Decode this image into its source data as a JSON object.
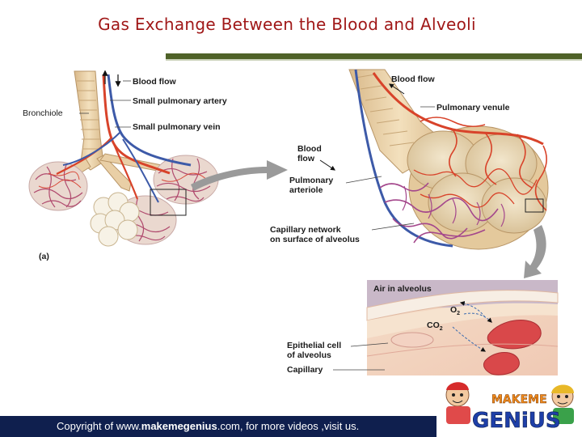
{
  "title": "Gas Exchange Between the Blood and Alveoli",
  "left_panel": {
    "blood_flow": "Blood flow",
    "small_pulmonary_artery": "Small pulmonary artery",
    "bronchiole": "Bronchiole",
    "small_pulmonary_vein": "Small pulmonary vein",
    "panel_tag": "(a)"
  },
  "right_panel": {
    "blood_flow_top": "Blood flow",
    "pulmonary_venule": "Pulmonary venule",
    "blood_flow_mid_1": "Blood",
    "blood_flow_mid_2": "flow",
    "pulmonary_arteriole_1": "Pulmonary",
    "pulmonary_arteriole_2": "arteriole",
    "capillary_network_1": "Capillary network",
    "capillary_network_2": "on surface of alveolus"
  },
  "inset": {
    "air_in_alveolus": "Air in alveolus",
    "o2": "O",
    "co2": "CO",
    "subscript_2": "2",
    "epithelial_1": "Epithelial cell",
    "epithelial_2": "of alveolus",
    "capillary": "Capillary"
  },
  "footer": {
    "prefix": "Copyright of  www.",
    "brand": "makemegenius",
    "suffix": ".com, for more videos ,visit us."
  },
  "logo": {
    "top_word": "MAKEME",
    "bottom_word": "GENiUS"
  },
  "colors": {
    "title": "#a01818",
    "rule": "#4f6228",
    "footer_bg": "#0f1f4e",
    "artery": "#d8432a",
    "vein": "#3d5aa8",
    "tissue": "#e9cfa6"
  }
}
